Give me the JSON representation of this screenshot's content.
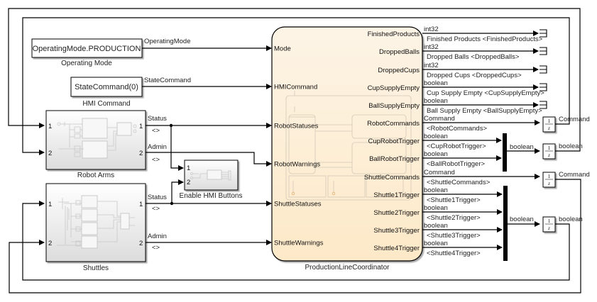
{
  "constants": [
    {
      "id": "operating-mode",
      "value": "OperatingMode.PRODUCTION",
      "name": "Operating Mode",
      "signal": "OperatingMode"
    },
    {
      "id": "hmi-command",
      "value": "StateCommand(0)",
      "name": "HMI Command",
      "signal": "StateCommand"
    }
  ],
  "subsystems": {
    "robot_arms": {
      "name": "Robot Arms",
      "in_ports": [
        "1",
        "2"
      ],
      "out_ports": [
        "1",
        "2"
      ],
      "out_signals": [
        "Status",
        "Admin"
      ],
      "bus_marks": [
        "<>",
        "<>"
      ]
    },
    "shuttles": {
      "name": "Shuttles",
      "in_ports": [
        "1",
        "2"
      ],
      "out_ports": [
        "1",
        "2"
      ],
      "out_signals": [
        "Status",
        "Admin"
      ],
      "bus_marks": [
        "<>",
        "<>"
      ]
    },
    "enable_hmi": {
      "name": "Enable HMI Buttons",
      "in_ports": [
        "1",
        "2"
      ]
    }
  },
  "chart": {
    "name": "ProductionLineCoordinator",
    "fill": "#fdf1dc",
    "inputs": [
      "Mode",
      "HMICommand",
      "RobotStatuses",
      "RobotWarnings",
      "ShuttleStatuses",
      "ShuttleWarnings"
    ],
    "outputs": [
      "FinishedProducts",
      "DroppedBalls",
      "DroppedCups",
      "CupSupplyEmpty",
      "BallSupplyEmpty",
      "RobotCommands",
      "CupRobotTrigger",
      "BallRobotTrigger",
      "ShuttleCommands",
      "Shuttle1Trigger",
      "Shuttle2Trigger",
      "Shuttle3Trigger",
      "Shuttle4Trigger"
    ]
  },
  "output_signals": [
    {
      "type": "int32",
      "label": "Finished Products <FinishedProducts>"
    },
    {
      "type": "int32",
      "label": "Dropped Balls <DroppedBalls>"
    },
    {
      "type": "int32",
      "label": "Dropped Cups <DroppedCups>"
    },
    {
      "type": "boolean",
      "label": "Cup Supply Empty <CupSupplyEmpty>"
    },
    {
      "type": "boolean",
      "label": "Ball Supply Empty <BallSupplyEmpty>"
    },
    {
      "type": "Command",
      "label": "<RobotCommands>"
    },
    {
      "type": "boolean",
      "label": "<CupRobotTrigger>"
    },
    {
      "type": "boolean",
      "label": "<BallRobotTrigger>"
    },
    {
      "type": "Command",
      "label": "<ShuttleCommands>"
    },
    {
      "type": "boolean",
      "label": "<Shuttle1Trigger>"
    },
    {
      "type": "boolean",
      "label": "<Shuttle2Trigger>"
    },
    {
      "type": "boolean",
      "label": "<Shuttle3Trigger>"
    },
    {
      "type": "boolean",
      "label": "<Shuttle4Trigger>"
    }
  ],
  "mux_outputs": [
    "boolean",
    "boolean"
  ],
  "delays": [
    {
      "num": "1",
      "den": "z",
      "out_type": "Command"
    },
    {
      "num": "1",
      "den": "z",
      "out_type": "boolean"
    },
    {
      "num": "1",
      "den": "z",
      "out_type": "Command"
    },
    {
      "num": "1",
      "den": "z",
      "out_type": "boolean"
    }
  ]
}
